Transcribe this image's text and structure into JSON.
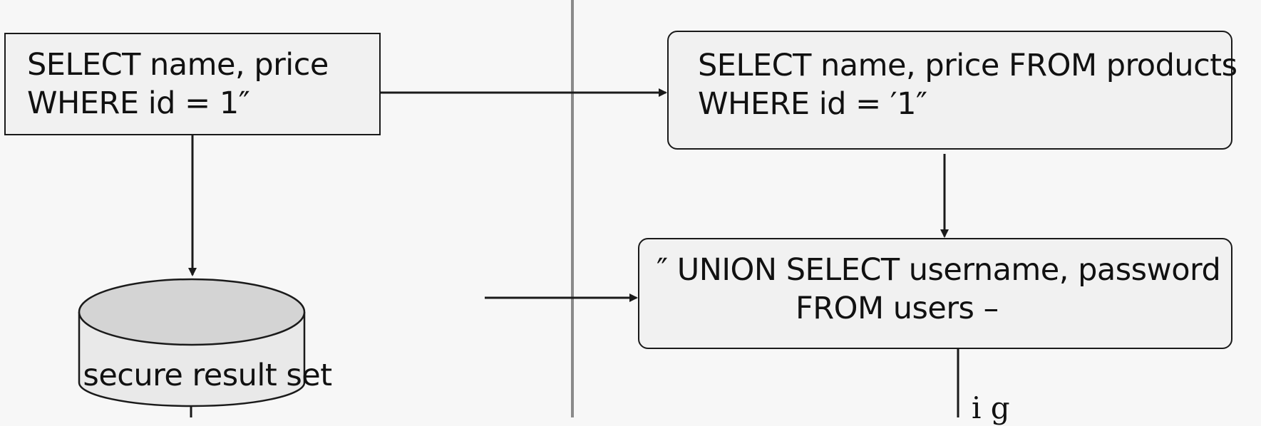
{
  "diagram": {
    "nodes": {
      "safe_query": {
        "lines": [
          "SELECT name, price",
          "WHERE id = 1″"
        ]
      },
      "concat_query": {
        "lines": [
          "SELECT name, price FROM products",
          "WHERE id = ′1″"
        ]
      },
      "injection": {
        "lines": [
          "″ UNION SELECT username, password",
          "FROM users –"
        ]
      },
      "result_store": {
        "label": "secure result set"
      },
      "cut_off_label": {
        "text": "i g"
      }
    },
    "colors": {
      "stroke": "#1a1a1a",
      "box_fill": "#f1f1f1",
      "cylinder_top": "#d4d4d4",
      "cylinder_body": "#e9e9e9",
      "divider": "#8a8a8a",
      "background": "#f7f7f7"
    }
  }
}
